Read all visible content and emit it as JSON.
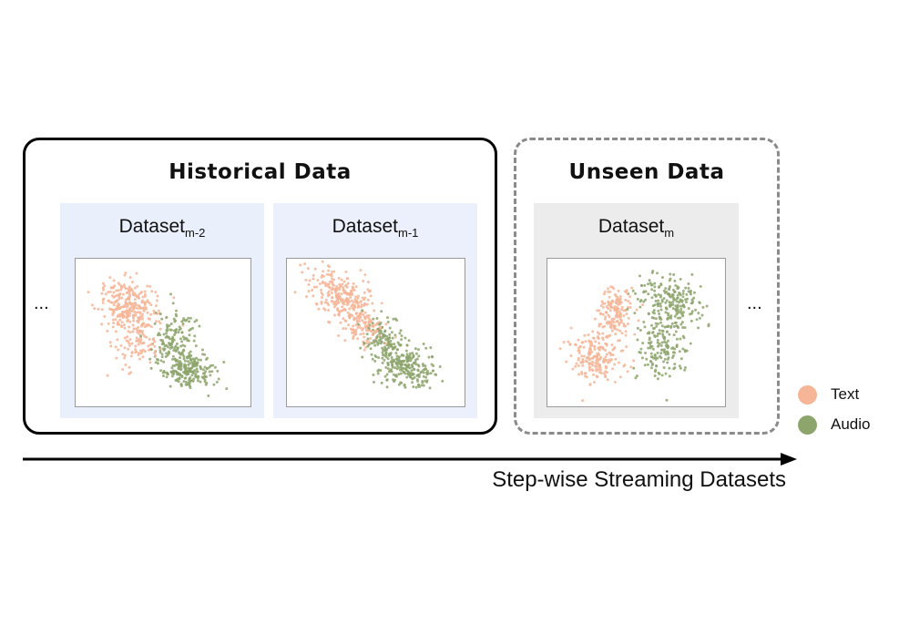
{
  "groups": {
    "historical": {
      "title": "Historical Data"
    },
    "unseen": {
      "title": "Unseen Data"
    }
  },
  "panels": [
    {
      "label": "Dataset",
      "subscript": "m-2",
      "bg": "#eaf0fb"
    },
    {
      "label": "Dataset",
      "subscript": "m-1",
      "bg": "#eceffc"
    },
    {
      "label": "Dataset",
      "subscript": "m",
      "bg": "#ececec"
    }
  ],
  "ellipsis": {
    "left": "...",
    "right": "..."
  },
  "timeline": {
    "label": "Step-wise Streaming Datasets"
  },
  "legend": [
    {
      "label": "Text",
      "color": "#f6b596"
    },
    {
      "label": "Audio",
      "color": "#8da56c"
    }
  ]
}
